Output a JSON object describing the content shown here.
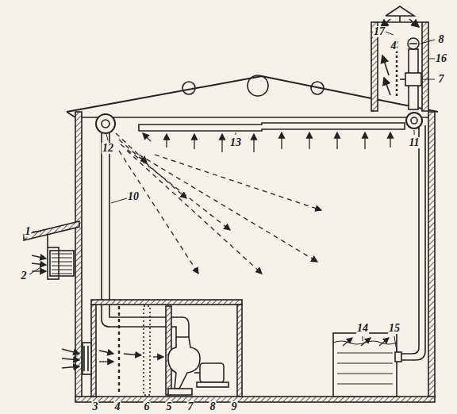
{
  "diagram": {
    "labels": [
      "17",
      "4",
      "8",
      "16",
      "7",
      "13",
      "11",
      "12",
      "1",
      "10",
      "2",
      "14",
      "15",
      "3",
      "4",
      "6",
      "5",
      "7",
      "8",
      "9"
    ]
  }
}
